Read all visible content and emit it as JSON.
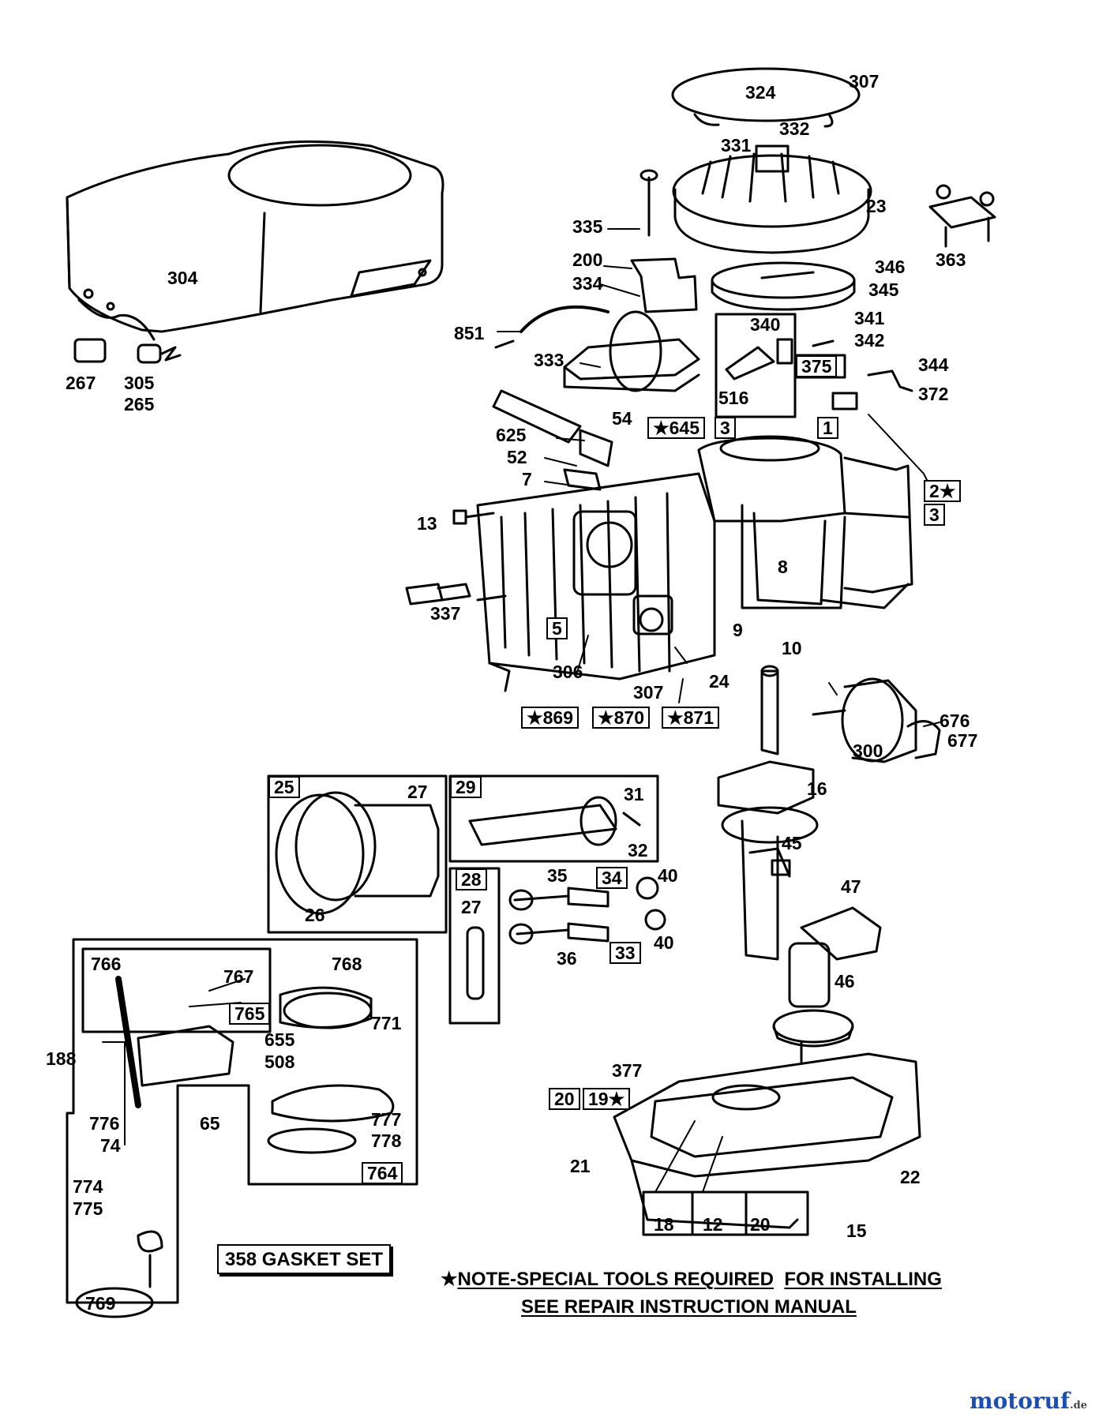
{
  "parts": [
    {
      "id": "324"
    },
    {
      "id": "307"
    },
    {
      "id": "332"
    },
    {
      "id": "331"
    },
    {
      "id": "23"
    },
    {
      "id": "363"
    },
    {
      "id": "335"
    },
    {
      "id": "200"
    },
    {
      "id": "334"
    },
    {
      "id": "346"
    },
    {
      "id": "345"
    },
    {
      "id": "340"
    },
    {
      "id": "341"
    },
    {
      "id": "342"
    },
    {
      "id": "851"
    },
    {
      "id": "333"
    },
    {
      "id": "375"
    },
    {
      "id": "344"
    },
    {
      "id": "516"
    },
    {
      "id": "372"
    },
    {
      "id": "304"
    },
    {
      "id": "267"
    },
    {
      "id": "305"
    },
    {
      "id": "265"
    },
    {
      "id": "54"
    },
    {
      "id": "645"
    },
    {
      "id": "3"
    },
    {
      "id": "1"
    },
    {
      "id": "625"
    },
    {
      "id": "52"
    },
    {
      "id": "7"
    },
    {
      "id": "2"
    },
    {
      "id": "3b",
      "text": "3"
    },
    {
      "id": "13"
    },
    {
      "id": "8"
    },
    {
      "id": "337"
    },
    {
      "id": "5"
    },
    {
      "id": "9"
    },
    {
      "id": "10"
    },
    {
      "id": "306"
    },
    {
      "id": "307b",
      "text": "307"
    },
    {
      "id": "24"
    },
    {
      "id": "869"
    },
    {
      "id": "870"
    },
    {
      "id": "871"
    },
    {
      "id": "676"
    },
    {
      "id": "677"
    },
    {
      "id": "300"
    },
    {
      "id": "25"
    },
    {
      "id": "27"
    },
    {
      "id": "26"
    },
    {
      "id": "29"
    },
    {
      "id": "31"
    },
    {
      "id": "32"
    },
    {
      "id": "16"
    },
    {
      "id": "28"
    },
    {
      "id": "27b",
      "text": "27"
    },
    {
      "id": "35"
    },
    {
      "id": "34"
    },
    {
      "id": "40"
    },
    {
      "id": "45"
    },
    {
      "id": "33"
    },
    {
      "id": "40b",
      "text": "40"
    },
    {
      "id": "36"
    },
    {
      "id": "47"
    },
    {
      "id": "766"
    },
    {
      "id": "767"
    },
    {
      "id": "768"
    },
    {
      "id": "765"
    },
    {
      "id": "771"
    },
    {
      "id": "655"
    },
    {
      "id": "508"
    },
    {
      "id": "46"
    },
    {
      "id": "188"
    },
    {
      "id": "776"
    },
    {
      "id": "74"
    },
    {
      "id": "65"
    },
    {
      "id": "777"
    },
    {
      "id": "778"
    },
    {
      "id": "377"
    },
    {
      "id": "20"
    },
    {
      "id": "19"
    },
    {
      "id": "21"
    },
    {
      "id": "22"
    },
    {
      "id": "764"
    },
    {
      "id": "774"
    },
    {
      "id": "775"
    },
    {
      "id": "18"
    },
    {
      "id": "12"
    },
    {
      "id": "20b",
      "text": "20"
    },
    {
      "id": "15"
    },
    {
      "id": "769"
    }
  ],
  "gasket_set": "358 GASKET SET",
  "note": {
    "star": "★",
    "line1_a": "NOTE-SPECIAL TOOLS REQUIRED",
    "line1_b": "FOR INSTALLING",
    "line2": "SEE REPAIR INSTRUCTION MANUAL"
  },
  "watermark": {
    "name": "motoruf",
    "suffix": ".de",
    "colors": [
      "#1a4fb5",
      "#2d8a2d",
      "#d4a017",
      "#c0392b"
    ]
  }
}
